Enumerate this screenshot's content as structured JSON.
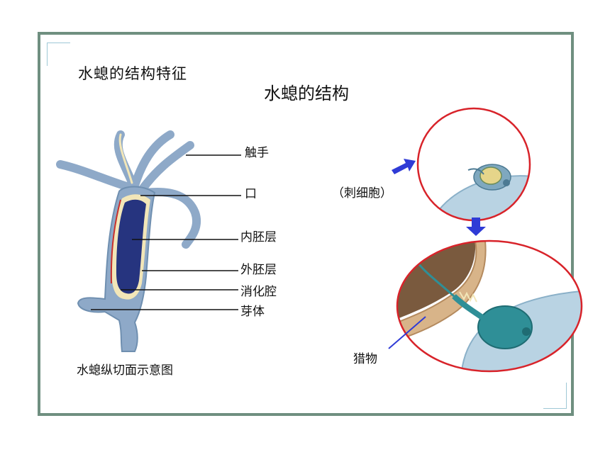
{
  "slide": {
    "heading": "水螅的结构特征",
    "title": "水螅的结构"
  },
  "diagram": {
    "labels": {
      "tentacle": "触手",
      "mouth": "口",
      "endoderm": "内胚层",
      "ectoderm": "外胚层",
      "gastrovascular_cavity": "消化腔",
      "bud": "芽体"
    },
    "caption": "水螅纵切面示意图",
    "cnidocyte_label": "（刺细胞）",
    "prey_label": "猎物"
  },
  "colors": {
    "frame": "#6f8f80",
    "arrow": "#2f3bd6",
    "circle_outline": "#d8232a",
    "hydra_body": "#8ea9c8",
    "cavity": "#26347f",
    "layer_line": "#c9302c"
  }
}
